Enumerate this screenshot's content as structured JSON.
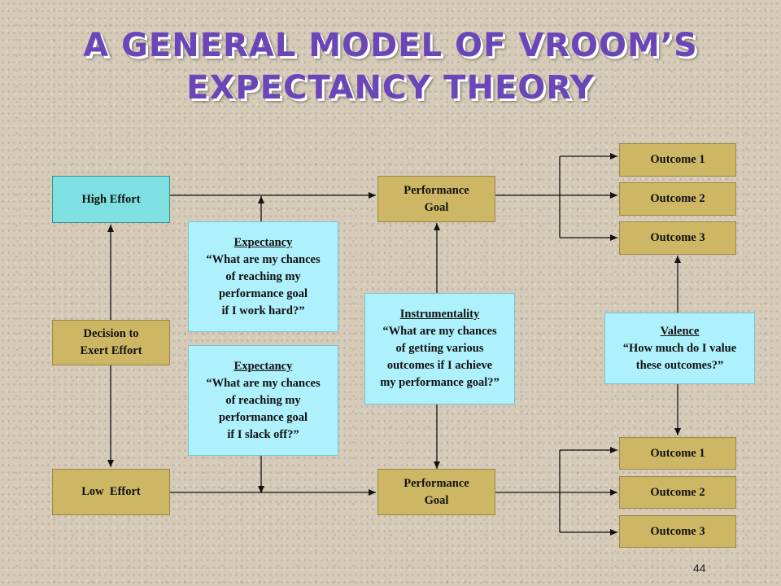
{
  "title": {
    "line1": "A GENERAL MODEL OF VROOM’S",
    "line2": "EXPECTANCY THEORY"
  },
  "nodes": {
    "high_effort": "High Effort",
    "low_effort": "Low  Effort",
    "decision": {
      "line1": "Decision to",
      "line2": "Exert Effort"
    },
    "perf_goal_top": {
      "line1": "Performance",
      "line2": "Goal"
    },
    "perf_goal_bottom": {
      "line1": "Performance",
      "line2": "Goal"
    },
    "expectancy_hard": {
      "heading": "Expectancy",
      "line1": "“What are my chances",
      "line2": "of reaching my",
      "line3": "performance goal",
      "line4": "if I work hard?”"
    },
    "expectancy_slack": {
      "heading": "Expectancy",
      "line1": "“What are my chances",
      "line2": "of reaching my",
      "line3": "performance goal",
      "line4": "if I slack off?”"
    },
    "instrumentality": {
      "heading": "Instrumentality",
      "line1": "“What are my chances",
      "line2": "of getting various",
      "line3": "outcomes if I achieve",
      "line4": "my performance goal?”"
    },
    "valence": {
      "heading": "Valence",
      "line1": "“How much do I value",
      "line2": "these outcomes?”"
    },
    "outcomes_top": [
      "Outcome 1",
      "Outcome 2",
      "Outcome 3"
    ],
    "outcomes_bottom": [
      "Outcome 1",
      "Outcome 2",
      "Outcome 3"
    ]
  },
  "page_number": "44",
  "colors": {
    "title": "#6a46b8",
    "tan_box": "#cdb764",
    "teal_box": "#7ee0e0",
    "cyan_box": "#aef0fb",
    "background": "#d6cbb8"
  }
}
